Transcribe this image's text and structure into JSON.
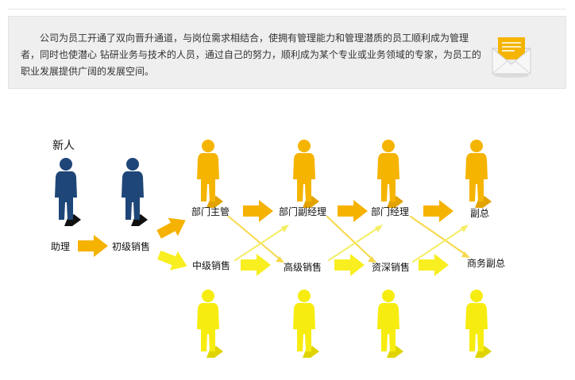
{
  "intro": {
    "paragraph": "公司为员工开通了双向晋升通道，与岗位需求相结合，使拥有管理能力和管理潜质的员工顺利成为管理者，同时也使潜心 钻研业务与技术的人员，通过自己的努力，顺利成为某个专业或业务领域的专家，为员工的职业发展提供广阔的发展空间。",
    "icon": "envelope-icon"
  },
  "diagram": {
    "colors": {
      "navy": "#1f4678",
      "orange": "#f5b400",
      "yellow": "#f7ec10",
      "arrow_orange": "#f6b200",
      "arrow_yellow": "#f8ee20",
      "text": "#111111"
    },
    "new_staff_label": "新人",
    "start_track": {
      "assistant": "助理",
      "junior_sales": "初级销售"
    },
    "management_track": {
      "dept_head": "部门主管",
      "dept_deputy_manager": "部门副经理",
      "dept_manager": "部门经理",
      "vice_president": "副总"
    },
    "professional_track": {
      "mid_sales": "中级销售",
      "senior_sales": "高级销售",
      "expert_sales": "资深销售",
      "business_vp": "商务副总"
    }
  }
}
